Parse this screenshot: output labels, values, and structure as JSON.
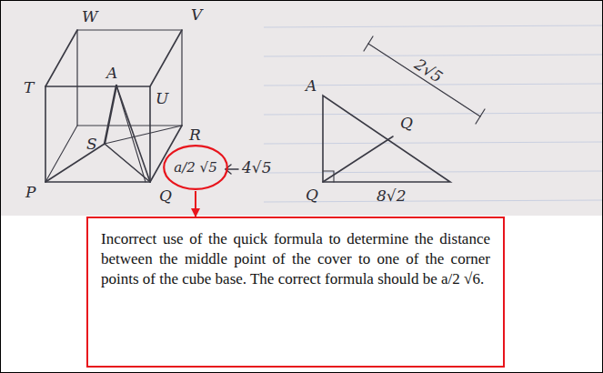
{
  "diagram": {
    "nodes": [
      {
        "text": [
          "a/2 √5"
        ]
      },
      {
        "text": [
          "Incorrect use of the quick formula to determine the distance between the middle point of the cover to one of the corner points of the cube base. The correct formula should be a/2 √6."
        ]
      }
    ],
    "edges": [
      {
        "from": 0,
        "to": 1,
        "arrow": "to"
      }
    ],
    "labels": [
      "W",
      "V",
      "T",
      "U",
      "A",
      "S",
      "R",
      "P",
      "Q",
      "4√5",
      "A",
      "Q",
      "Q",
      "8√2",
      "2√5"
    ]
  }
}
